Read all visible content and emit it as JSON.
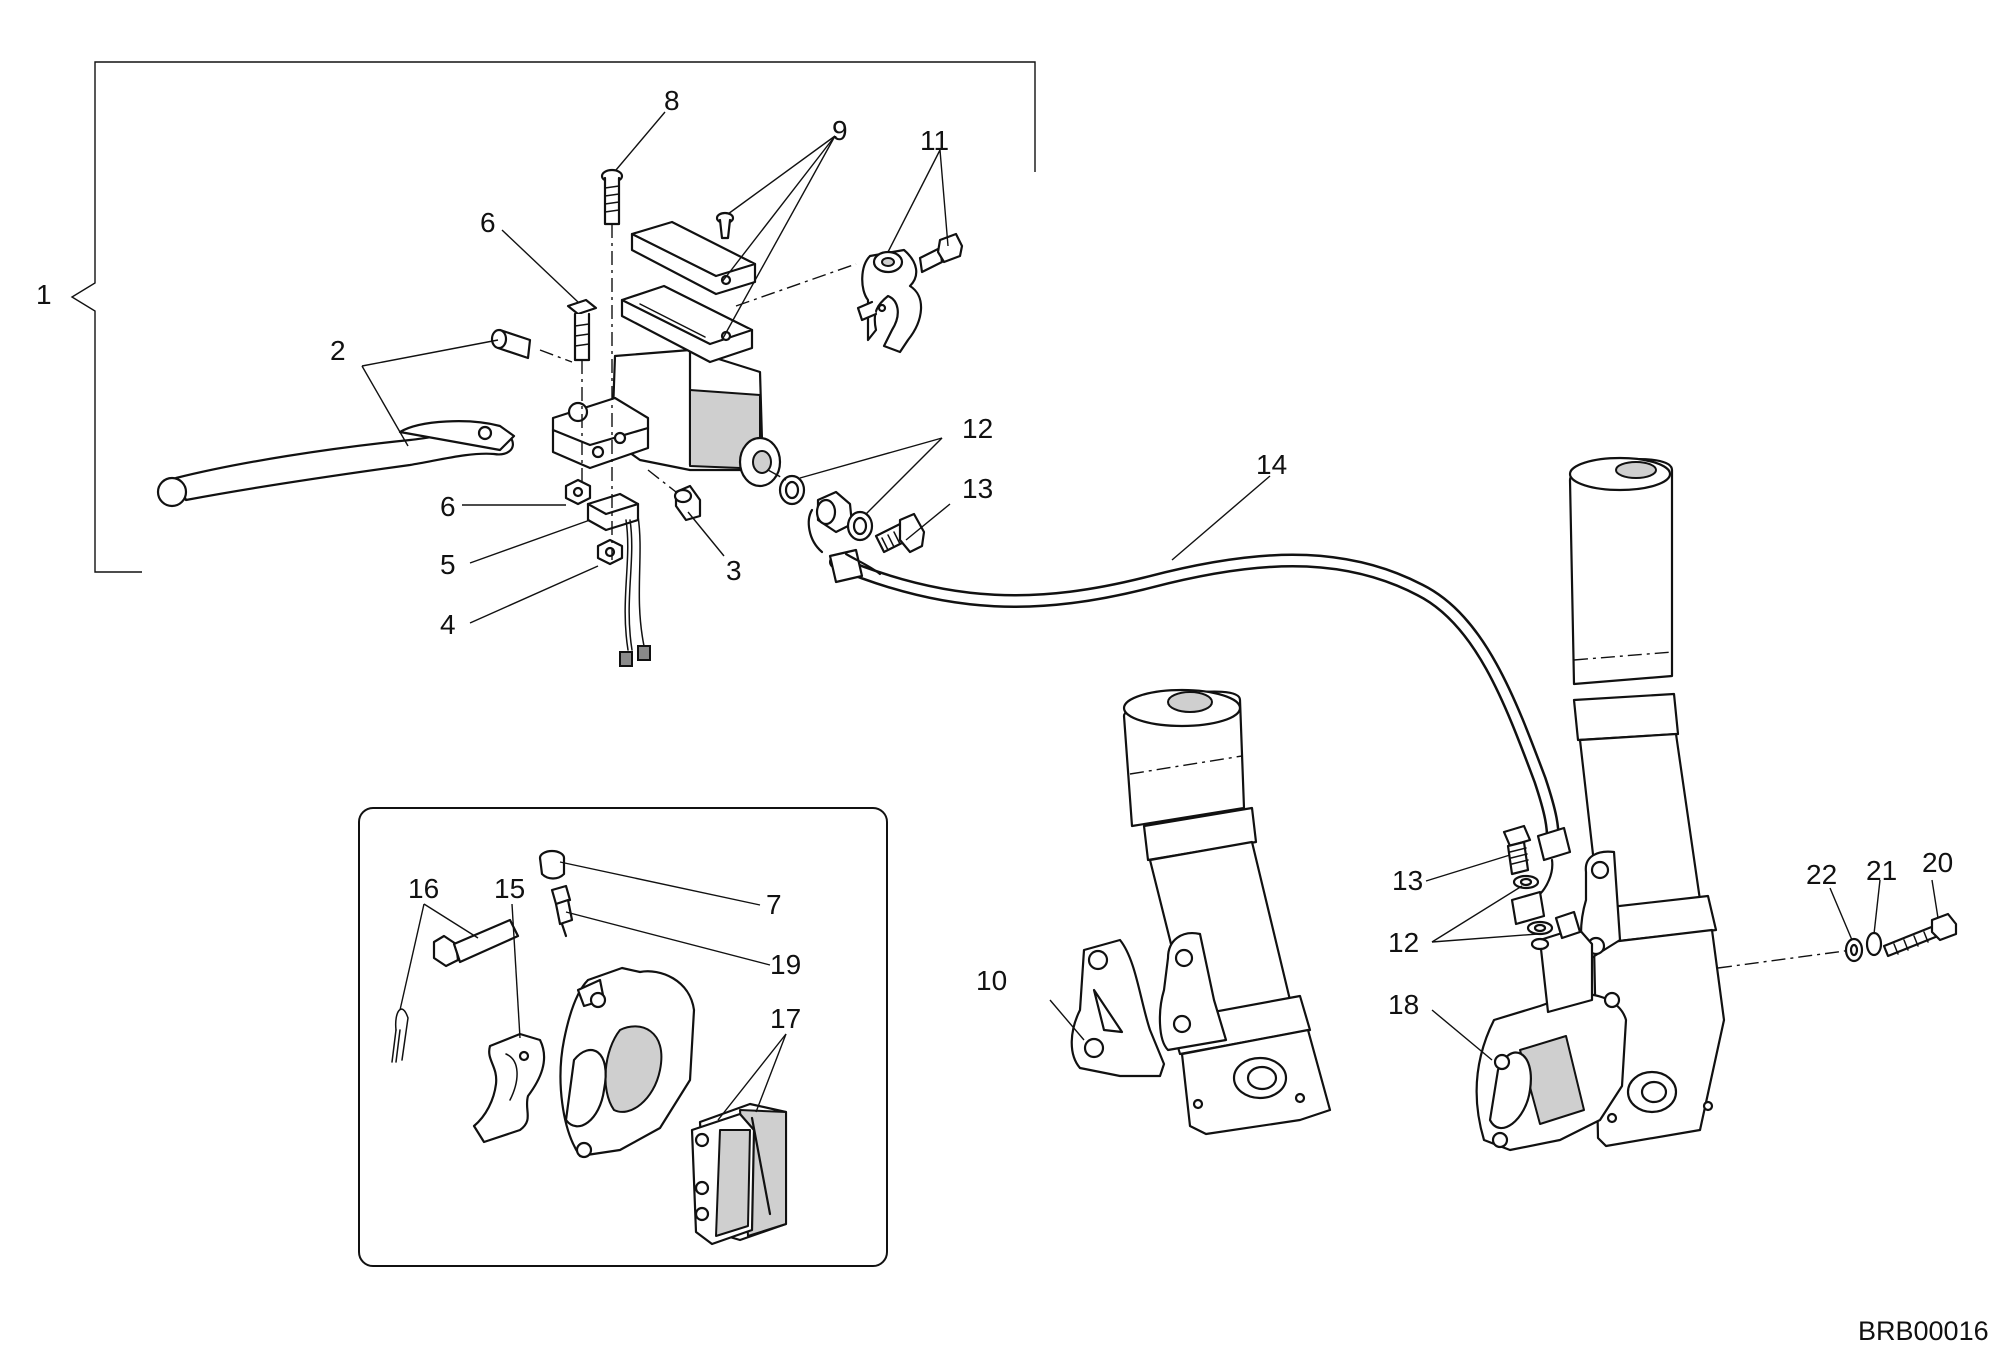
{
  "diagram_code": "BRB00016",
  "callouts": {
    "c1": "1",
    "c2": "2",
    "c3": "3",
    "c4": "4",
    "c5": "5",
    "c6a": "6",
    "c6b": "6",
    "c7": "7",
    "c8": "8",
    "c9": "9",
    "c10": "10",
    "c11": "11",
    "c12a": "12",
    "c12b": "12",
    "c13a": "13",
    "c13b": "13",
    "c14": "14",
    "c15": "15",
    "c16": "16",
    "c17": "17",
    "c18": "18",
    "c19": "19",
    "c20": "20",
    "c21": "21",
    "c22": "22"
  }
}
